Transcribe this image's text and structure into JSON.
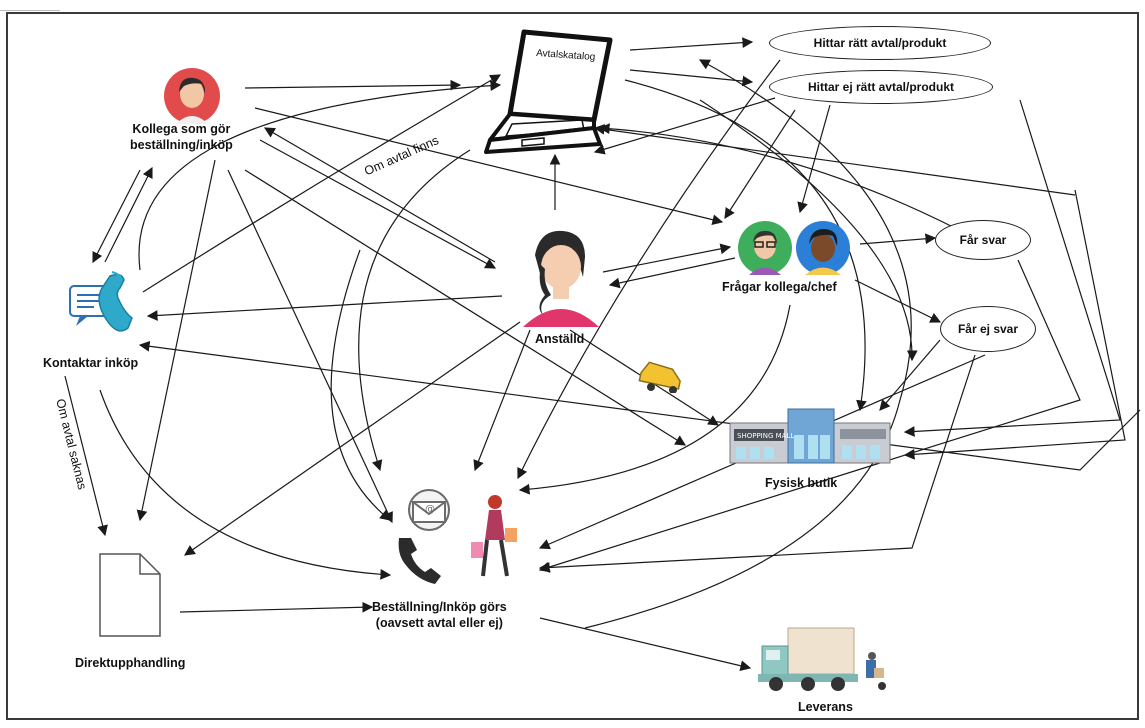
{
  "nodes": {
    "catalog_screen": "Avtalskatalog",
    "colleague": "Kollega som gör",
    "colleague_line2": "beställning/inköp",
    "employee": "Anställd",
    "ask": "Frågar kollega/chef",
    "contact": "Kontaktar inköp",
    "direct": "Direktupphandling",
    "order_line1": "Beställning/Inköp görs",
    "order_line2": "(oavsett avtal eller ej)",
    "store": "Fysisk butik",
    "delivery": "Leverans"
  },
  "ovals": {
    "found": "Hittar rätt avtal/produkt",
    "not_found": "Hittar ej rätt avtal/produkt",
    "answer": "Får svar",
    "no_answer": "Får ej svar"
  },
  "edge_labels": {
    "if_agreement": "Om avtal finns",
    "if_no_agreement": "Om avtal saknas"
  },
  "store_sign": "SHOPPING MALL"
}
